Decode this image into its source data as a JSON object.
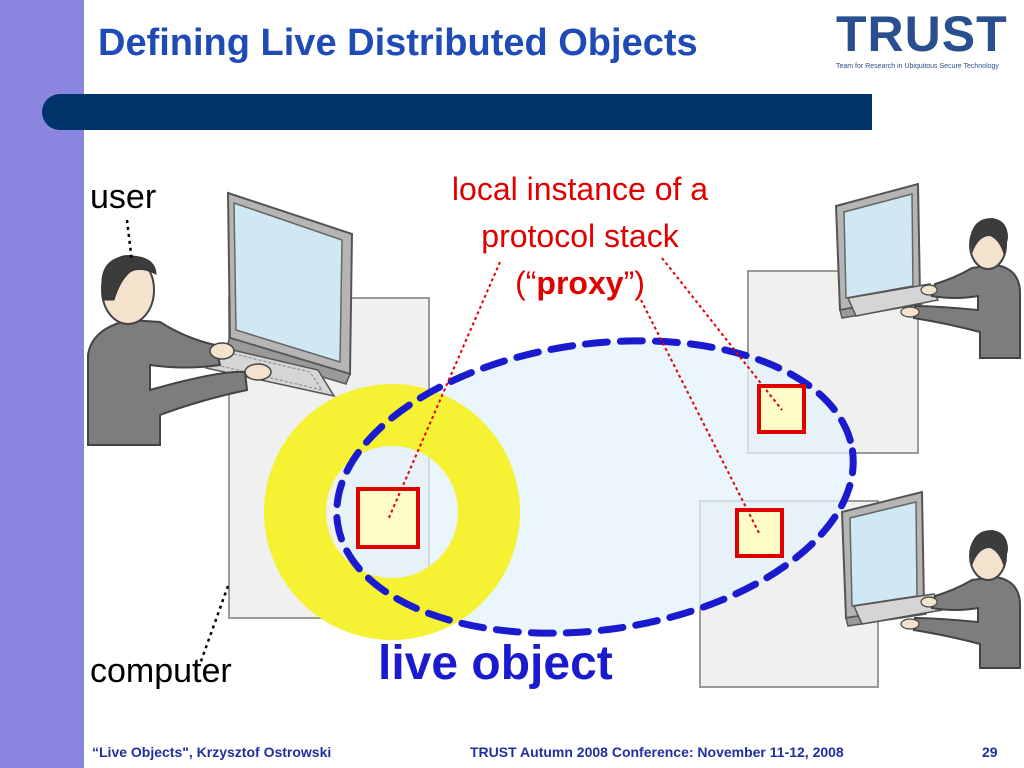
{
  "slide": {
    "title": "Defining Live Distributed Objects",
    "logo_text": "TRUST",
    "logo_subtitle": "Team for Research in Ubiquitous Secure Technology"
  },
  "diagram": {
    "label_user": "user",
    "label_computer": "computer",
    "label_live_object": "live object",
    "callout_line1": "local instance of a",
    "callout_line2": "protocol stack",
    "callout_open": "(“",
    "callout_bold": "proxy",
    "callout_close": "”)",
    "colors": {
      "callout_red": "#e00000",
      "live_object_blue": "#1a1acf",
      "highlight_yellow": "#f4f233",
      "proxy_fill": "#fffcc8",
      "ellipse_fill": "#e3f2fb"
    }
  },
  "footer": {
    "left": "“Live Objects\", Krzysztof Ostrowski",
    "middle": "TRUST Autumn 2008 Conference: November 11-12, 2008",
    "page": "29"
  }
}
